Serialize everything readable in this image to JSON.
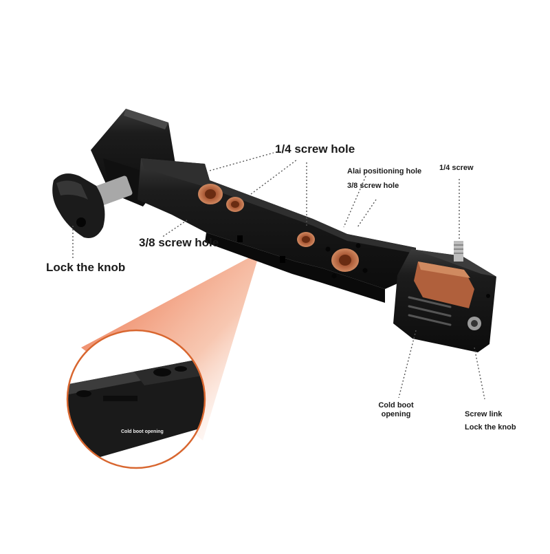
{
  "labels": {
    "quarter_screw_hole": "1/4 screw hole",
    "three_eighths_screw_hole_left": "3/8 screw hole",
    "lock_knob_left": "Lock the knob",
    "alai_positioning_hole": "Alai positioning hole",
    "three_eighths_screw_hole_right": "3/8 screw hole",
    "quarter_screw": "1/4 screw",
    "cold_boot_opening": "Cold boot opening",
    "screw_link": "Screw link",
    "lock_knob_right": "Lock the knob",
    "zoom_cold_boot_opening": "Cold boot opening"
  },
  "colors": {
    "metal": "#161616",
    "copper_thread": "#b0603c",
    "zoom_gradient": "#e8582c",
    "leader_dots": "#555555"
  },
  "icons": {
    "leader": "dotted-leader-line",
    "zoom": "magnifier-circle"
  }
}
